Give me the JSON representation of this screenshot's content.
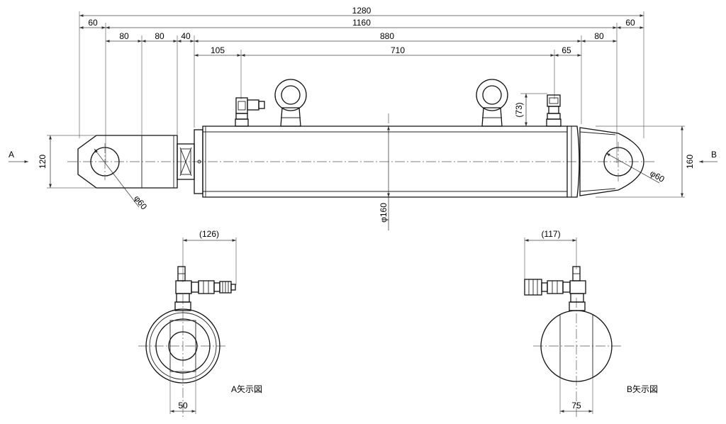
{
  "dimensions": {
    "overall": "1280",
    "span_1160": "1160",
    "left_60": "60",
    "right_60": "60",
    "left_80a": "80",
    "left_80b": "80",
    "left_40": "40",
    "span_880": "880",
    "right_80": "80",
    "left_105": "105",
    "span_710": "710",
    "right_65": "65",
    "height_73": "(73)",
    "height_120": "120",
    "height_160": "160",
    "hole_left": "φ60",
    "hole_right": "φ60",
    "body_diameter": "φ160",
    "view_a_126": "(126)",
    "view_b_117": "(117)",
    "view_a_50": "50",
    "view_b_75": "75"
  },
  "labels": {
    "arrow_a": "A",
    "arrow_b": "B",
    "view_a": "A矢示図",
    "view_b": "B矢示図"
  }
}
